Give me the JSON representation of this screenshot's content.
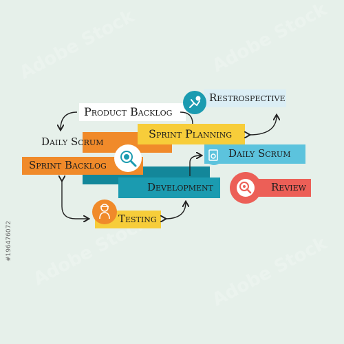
{
  "nodes": {
    "product_backlog": "Product Backlog",
    "retrospective": "Restrospective",
    "daily_scrum_1": "Daily Scrum",
    "sprint_planning": "Sprint Planning",
    "sprint_backlog": "Sprint Backlog",
    "daily_scrum_2": "Daily Scrum",
    "development": "Development",
    "review": "Review",
    "testing": "Testing"
  },
  "stock_id": "#196476072",
  "watermark": "Adobe Stock",
  "colors": {
    "background": "#e6f0ea",
    "orange": "#f08a2a",
    "yellow": "#f7cd3a",
    "teal": "#1b9bb0",
    "light_blue": "#5cc3dd",
    "red": "#ec5f57",
    "dark_teal": "#13879a"
  }
}
